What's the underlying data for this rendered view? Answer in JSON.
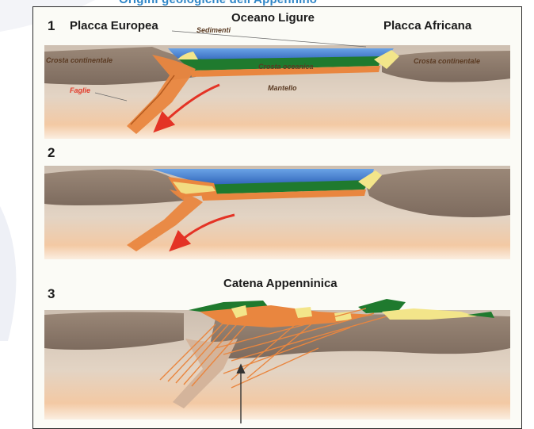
{
  "header": {
    "title_fragment": "Origini geologiche dell'Appennino"
  },
  "figure": {
    "panel_1": {
      "number": "1",
      "left_plate": "Placca Europea",
      "ocean": "Oceano Ligure",
      "right_plate": "Placca Africana",
      "sediments": "Sedimenti",
      "continental_crust_left": "Crosta continentale",
      "oceanic_crust": "Crosta oceanica",
      "continental_crust_right": "Crosta continentale",
      "mantle": "Mantello",
      "faults": "Faglie"
    },
    "panel_2": {
      "number": "2"
    },
    "panel_3": {
      "number": "3",
      "title": "Catena Appenninica"
    }
  },
  "colors": {
    "title_blue": "#2f86c7",
    "ocean_blue": "#3f78c8",
    "oceanic_crust_green": "#1f7a2e",
    "sediment_yellow": "#f3e58a",
    "fault_orange": "#e9863f",
    "mantle_tan": "#c7b9aa",
    "crust_brown": "#8e7a6b",
    "arrow_red": "#e43325"
  }
}
